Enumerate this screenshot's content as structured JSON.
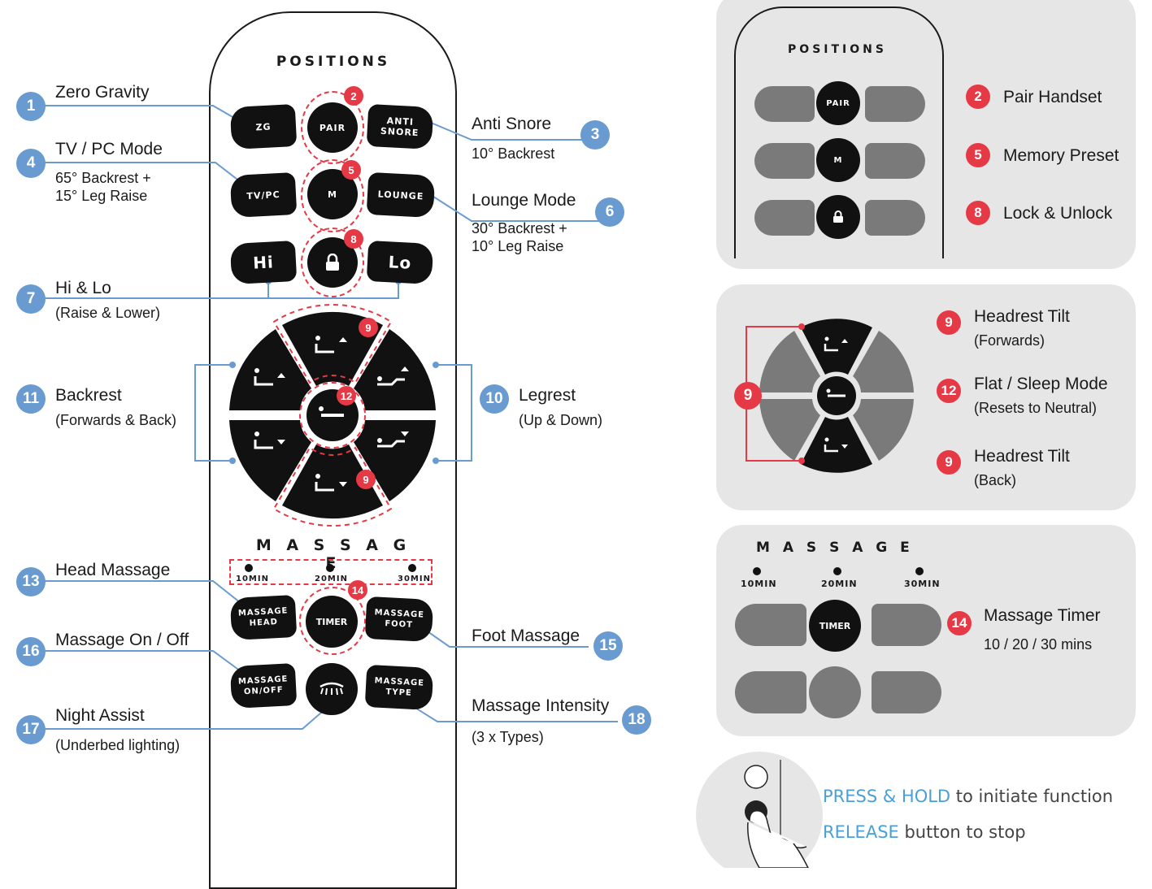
{
  "remote": {
    "positions_title": "POSITIONS",
    "massage_title": "M A S S A G E",
    "buttons": {
      "zg": "ZG",
      "pair": "PAIR",
      "anti_snore": "ANTI\nSNORE",
      "tvpc": "TV/PC",
      "m": "M",
      "lounge": "LOUNGE",
      "hi": "Hi",
      "lo": "Lo",
      "massage_head": "MASSAGE\nHEAD",
      "timer": "TIMER",
      "massage_foot": "MASSAGE\nFOOT",
      "massage_onoff": "MASSAGE\nON/OFF",
      "massage_type": "MASSAGE\nTYPE"
    },
    "timer_ticks": [
      "10MIN",
      "20MIN",
      "30MIN"
    ]
  },
  "callouts": {
    "c1": {
      "num": "1",
      "title": "Zero Gravity"
    },
    "c3": {
      "num": "3",
      "title": "Anti Snore",
      "sub": "10° Backrest"
    },
    "c4": {
      "num": "4",
      "title": "TV / PC Mode",
      "sub": "65° Backrest +\n15° Leg Raise"
    },
    "c6": {
      "num": "6",
      "title": "Lounge Mode",
      "sub": "30° Backrest +\n10° Leg Raise"
    },
    "c7": {
      "num": "7",
      "title": "Hi & Lo",
      "sub": "(Raise & Lower)"
    },
    "c11": {
      "num": "11",
      "title": "Backrest",
      "sub": "(Forwards & Back)"
    },
    "c10": {
      "num": "10",
      "title": "Legrest",
      "sub": "(Up & Down)"
    },
    "c13": {
      "num": "13",
      "title": "Head Massage"
    },
    "c16": {
      "num": "16",
      "title": "Massage On / Off"
    },
    "c17": {
      "num": "17",
      "title": "Night Assist",
      "sub": "(Underbed lighting)"
    },
    "c15": {
      "num": "15",
      "title": "Foot Massage"
    },
    "c18": {
      "num": "18",
      "title": "Massage Intensity",
      "sub": "(3 x Types)"
    }
  },
  "red_badges": {
    "b2": "2",
    "b5": "5",
    "b8": "8",
    "b9": "9",
    "b12": "12",
    "b14": "14"
  },
  "panel1": {
    "title": "POSITIONS",
    "pair": "PAIR",
    "m": "M",
    "items": [
      {
        "num": "2",
        "label": "Pair Handset"
      },
      {
        "num": "5",
        "label": "Memory Preset"
      },
      {
        "num": "8",
        "label": "Lock & Unlock"
      }
    ]
  },
  "panel2": {
    "bracket_num": "9",
    "items": [
      {
        "num": "9",
        "label": "Headrest Tilt",
        "sub": "(Forwards)"
      },
      {
        "num": "12",
        "label": "Flat / Sleep Mode",
        "sub": "(Resets to Neutral)"
      },
      {
        "num": "9",
        "label": "Headrest Tilt",
        "sub": "(Back)"
      }
    ]
  },
  "panel3": {
    "title": "M A S S A G E",
    "ticks": [
      "10MIN",
      "20MIN",
      "30MIN"
    ],
    "timer": "TIMER",
    "item": {
      "num": "14",
      "label": "Massage Timer",
      "sub": "10 / 20 / 30 mins"
    }
  },
  "press": {
    "l1_hl": "PRESS & HOLD",
    "l1_rest": " to initiate function",
    "l2_hl": "RELEASE",
    "l2_rest": " button to stop"
  },
  "colors": {
    "accent_red": "#e53946",
    "accent_blue": "#6a9bd0",
    "highlight_text": "#4a9fd8",
    "panel_bg": "#e6e6e6"
  }
}
